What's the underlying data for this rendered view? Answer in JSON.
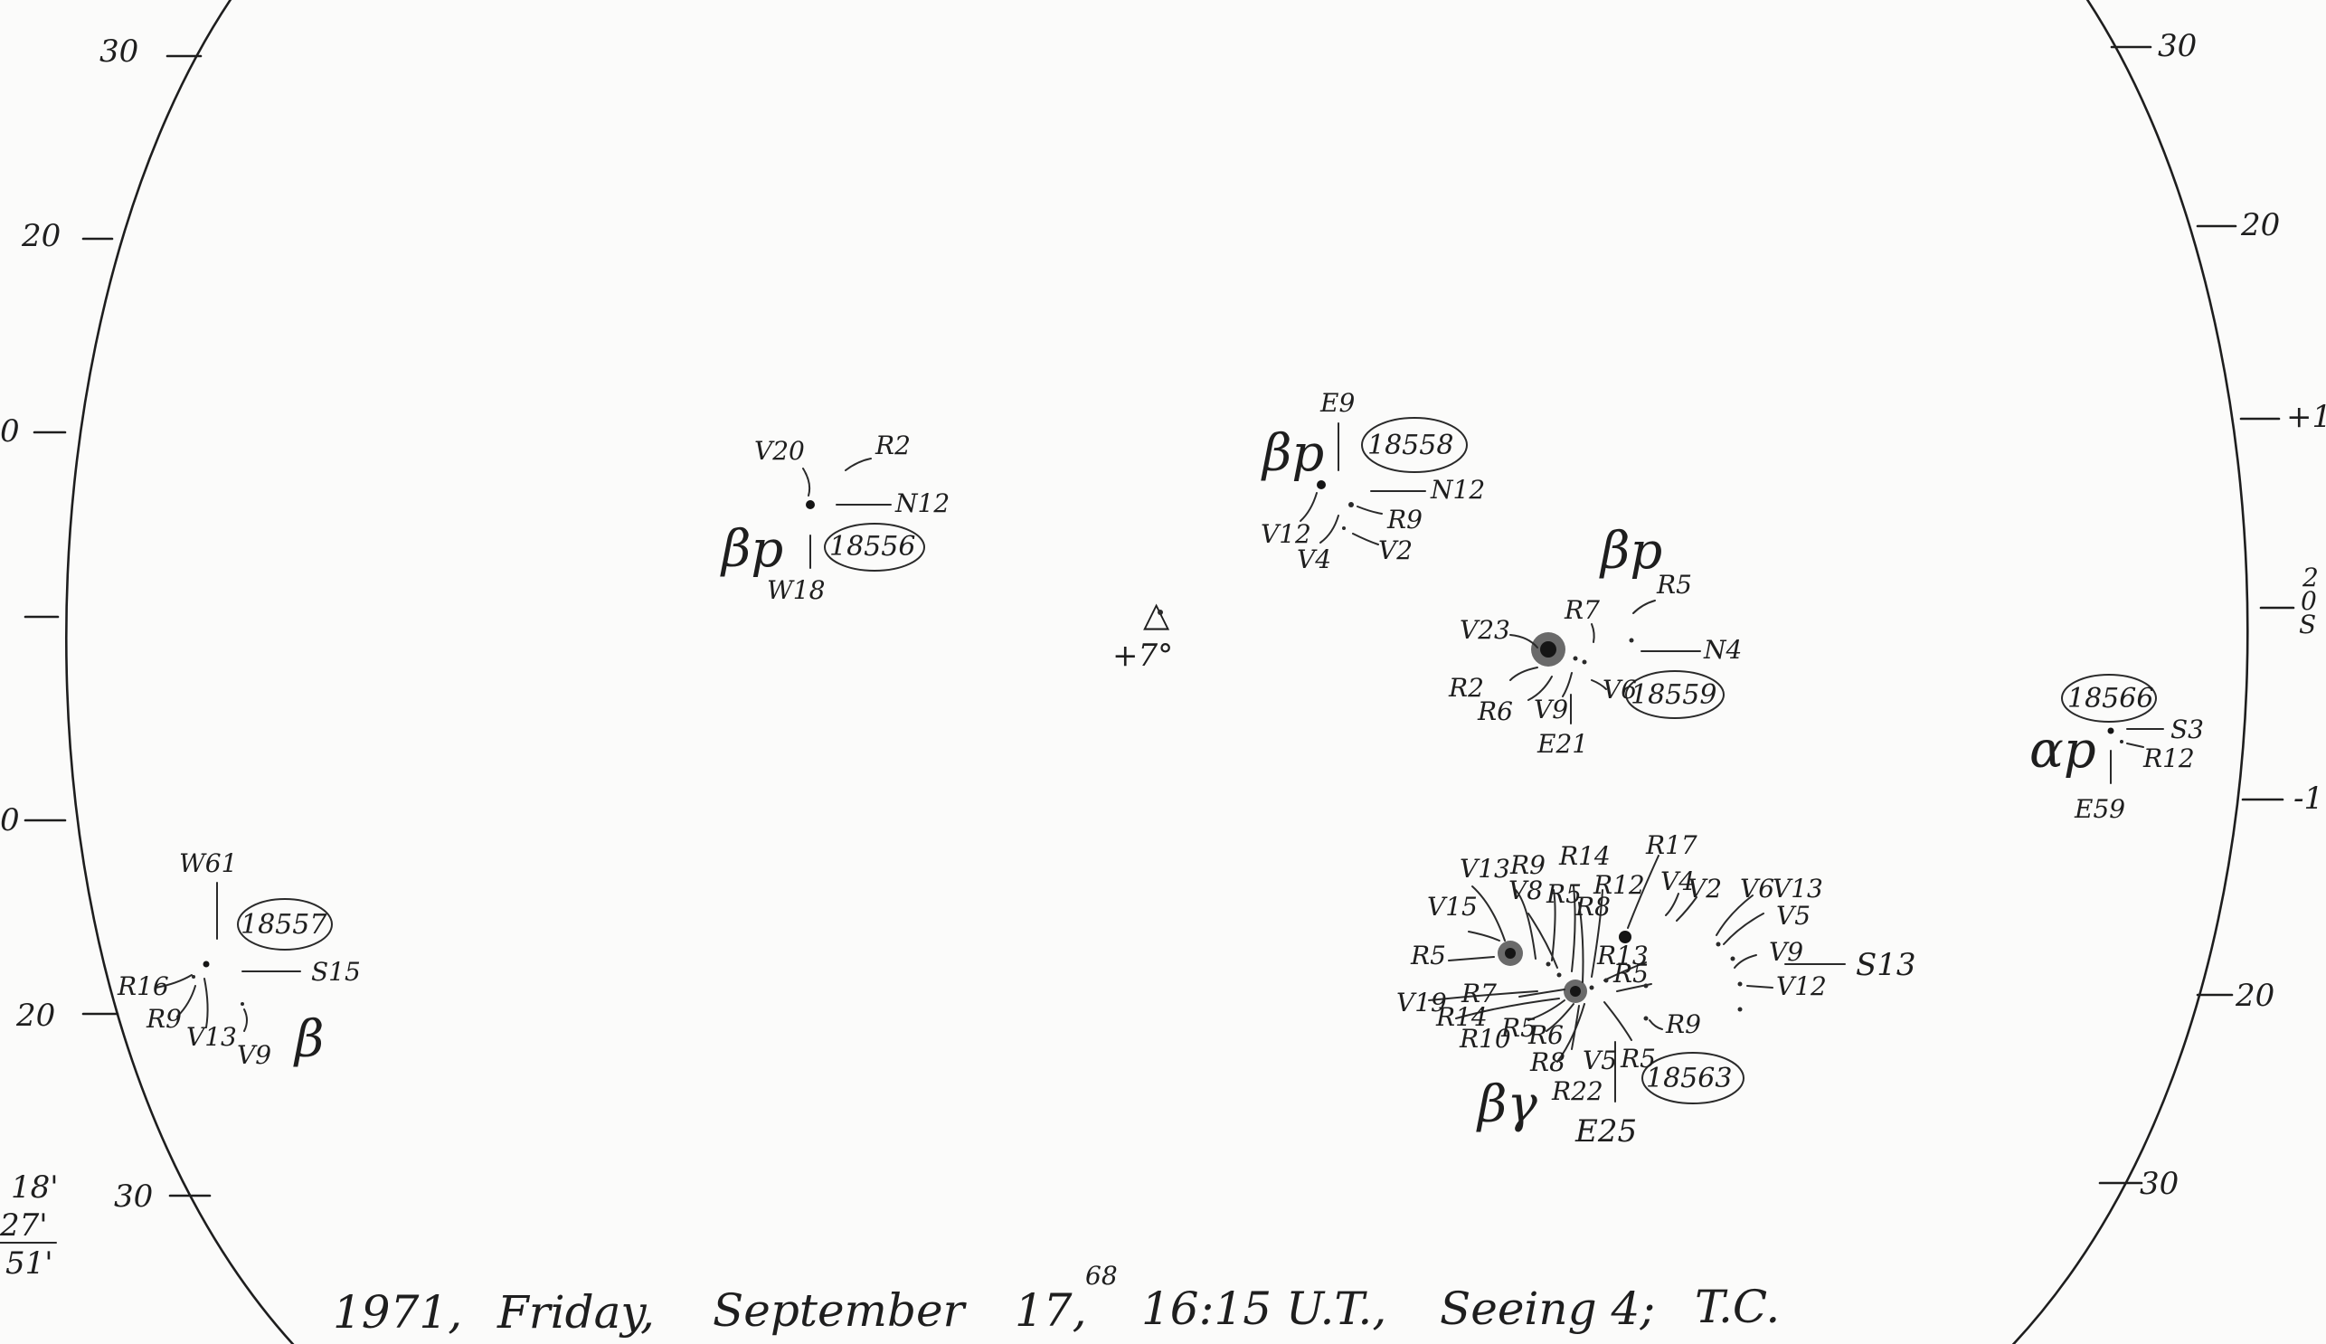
{
  "ticks_left": [
    "30",
    "20",
    "0",
    "0",
    "20",
    "30"
  ],
  "ticks_right": [
    "30",
    "20",
    "+1",
    "20",
    "30"
  ],
  "edge_left": {
    "t18": "18'",
    "t27": "27'",
    "t51": "51'"
  },
  "edge_right": {
    "s": "S",
    "o": "0",
    "z": "2",
    "m1": "-1"
  },
  "center": {
    "symbol": "△",
    "value": "+7°"
  },
  "title": {
    "year": "1971,",
    "day": "Friday,",
    "month": "September",
    "date": "17,",
    "date_super": "68",
    "time": "16:15 U.T.,",
    "seeing": "Seeing 4;",
    "initials": "T.C."
  },
  "groups": [
    {
      "id": "18556",
      "class": "βp",
      "labels": {
        "l1": "V20",
        "l2": "R2",
        "l3": "N12",
        "l4": "W18"
      }
    },
    {
      "id": "18558",
      "class": "βp",
      "labels": {
        "l1": "E9",
        "l2": "N12",
        "l3": "R9",
        "l4": "V12",
        "l5": "V4",
        "l6": "V2"
      }
    },
    {
      "id": "18559",
      "class": "βp",
      "labels": {
        "l1": "V23",
        "l2": "R7",
        "l3": "R5",
        "l4": "N4",
        "l5": "R2",
        "l6": "R6",
        "l7": "V9",
        "l8": "V6",
        "l9": "E21"
      }
    },
    {
      "id": "18557",
      "class": "β",
      "labels": {
        "l1": "W61",
        "l2": "S15",
        "l3": "R16",
        "l4": "R9",
        "l5": "V13",
        "l6": "V9"
      }
    },
    {
      "id": "18566",
      "class": "αp",
      "labels": {
        "l1": "S3",
        "l2": "R12",
        "l3": "E59"
      }
    },
    {
      "id": "18563",
      "class": "βγ",
      "labels": {
        "v13": "V13",
        "r9a": "R9",
        "r14": "R14",
        "r17": "R17",
        "v4": "V4",
        "v2": "V2",
        "v6": "V6",
        "v13b": "V13",
        "v15": "V15",
        "v8": "V8",
        "r5a": "R5",
        "r12": "R12",
        "v5": "V5",
        "r8a": "R8",
        "r5b": "R5",
        "r13": "R13",
        "r5c": "R5",
        "v9": "V9",
        "s13": "S13",
        "v12": "V12",
        "v19": "V19",
        "r7": "R7",
        "r14b": "R14",
        "r9b": "R9",
        "r10": "R10",
        "r5d": "R5",
        "r6": "R6",
        "r8b": "R8",
        "v5b": "V5",
        "r5e": "R5",
        "r22": "R22",
        "e25": "E25"
      }
    }
  ]
}
